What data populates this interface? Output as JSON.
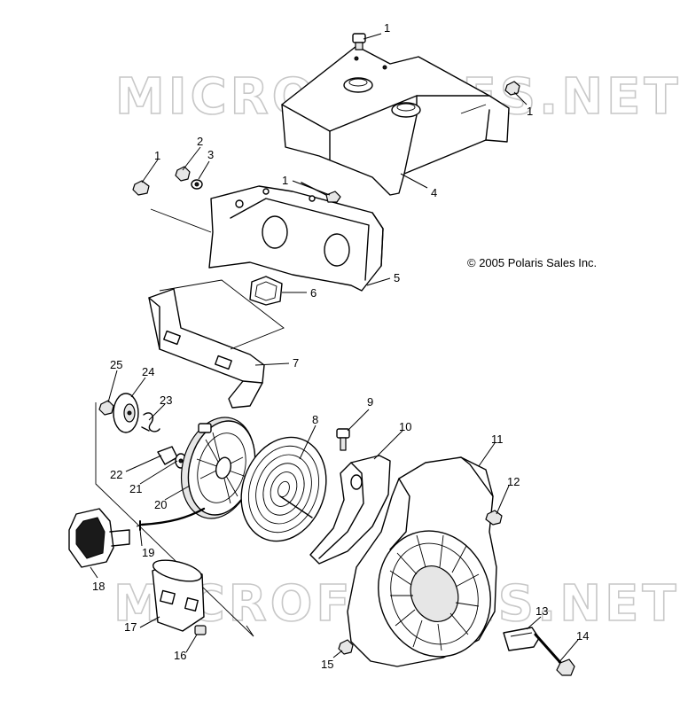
{
  "watermark": {
    "text": "MICROFICHES.NET"
  },
  "copyright": "© 2005 Polaris Sales Inc.",
  "callouts": {
    "c1a": "1",
    "c1b": "1",
    "c1c": "1",
    "c1d": "1",
    "c2": "2",
    "c3": "3",
    "c4": "4",
    "c5": "5",
    "c6": "6",
    "c7": "7",
    "c8": "8",
    "c9": "9",
    "c10": "10",
    "c11": "11",
    "c12": "12",
    "c13": "13",
    "c14": "14",
    "c15": "15",
    "c16": "16",
    "c17": "17",
    "c18": "18",
    "c19": "19",
    "c20": "20",
    "c21": "21",
    "c22": "22",
    "c23": "23",
    "c24": "24",
    "c25": "25"
  }
}
